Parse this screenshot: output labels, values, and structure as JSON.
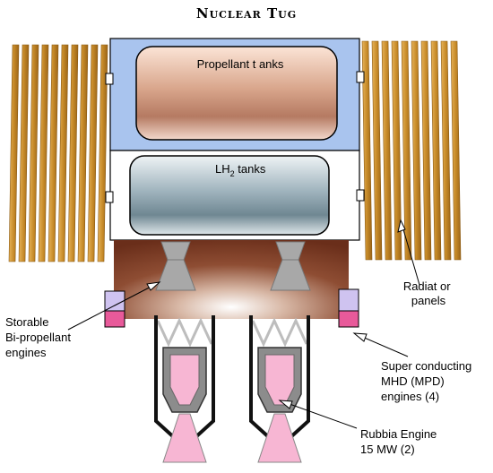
{
  "title": "Nuclear Tug",
  "tanks": {
    "propellant": "Propellant t anks",
    "lh2_main": "LH",
    "lh2_sub": "2",
    "lh2_rest": " tanks"
  },
  "labels": {
    "radiator": [
      "Radiat or",
      "panels"
    ],
    "storable": [
      "Storable",
      "Bi-propellant",
      "engines"
    ],
    "mpd": [
      "Super conducting",
      "MHD (MPD)",
      "engines (4)"
    ],
    "rubbia": [
      "Rubbia Engine",
      "15 MW (2)"
    ]
  },
  "colors": {
    "radiator": "#c9922e",
    "radiator_dark": "#8a5a14",
    "propellant_box": "#a9c4ee",
    "engine_bay": "#7a3a22",
    "pink": "#f7b6d3",
    "magenta": "#e85a9a",
    "lavender": "#cfc3f0",
    "gray": "#a8a8a8"
  }
}
